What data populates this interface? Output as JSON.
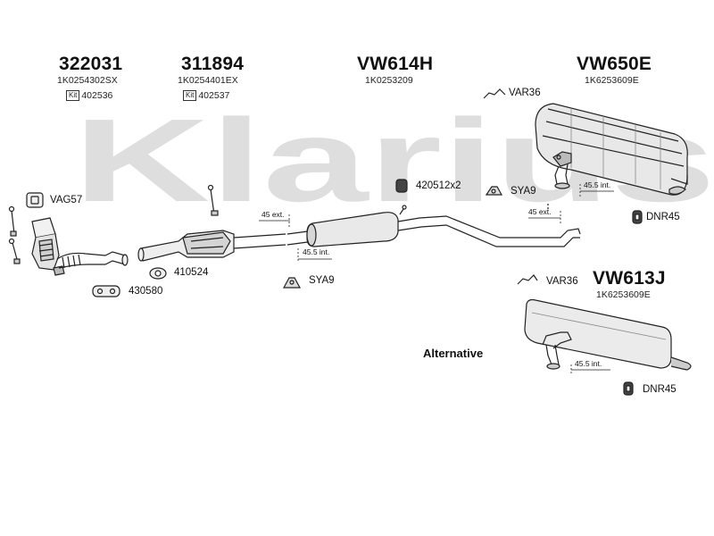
{
  "watermark": "Klarius",
  "header_parts": [
    {
      "number": "322031",
      "oe": "1K0254302SX",
      "kit_label": "Kit",
      "kit_number": "402536"
    },
    {
      "number": "311894",
      "oe": "1K0254401EX",
      "kit_label": "Kit",
      "kit_number": "402537"
    },
    {
      "number": "VW614H",
      "oe": "1K0253209"
    },
    {
      "number": "VW650E",
      "oe": "1K6253609E"
    }
  ],
  "fittings": {
    "vag57": "VAG57",
    "var36_top": "VAR36",
    "sya9_top": "SYA9",
    "clamp_420512": "420512x2",
    "dnr45_top": "DNR45",
    "gasket_410524": "410524",
    "gasket_430580": "430580",
    "sya9_mid": "SYA9",
    "var36_bottom": "VAR36",
    "dnr45_bottom": "DNR45"
  },
  "alternative_part": {
    "label": "Alternative",
    "number": "VW613J",
    "oe": "1K6253609E"
  },
  "dimensions": {
    "ext_45_left": "45 ext.",
    "int_45_5_left": "45.5 int.",
    "ext_45_right": "45 ext.",
    "int_45_5_right": "45.5 int.",
    "int_45_5_alt": "45.5 int."
  }
}
